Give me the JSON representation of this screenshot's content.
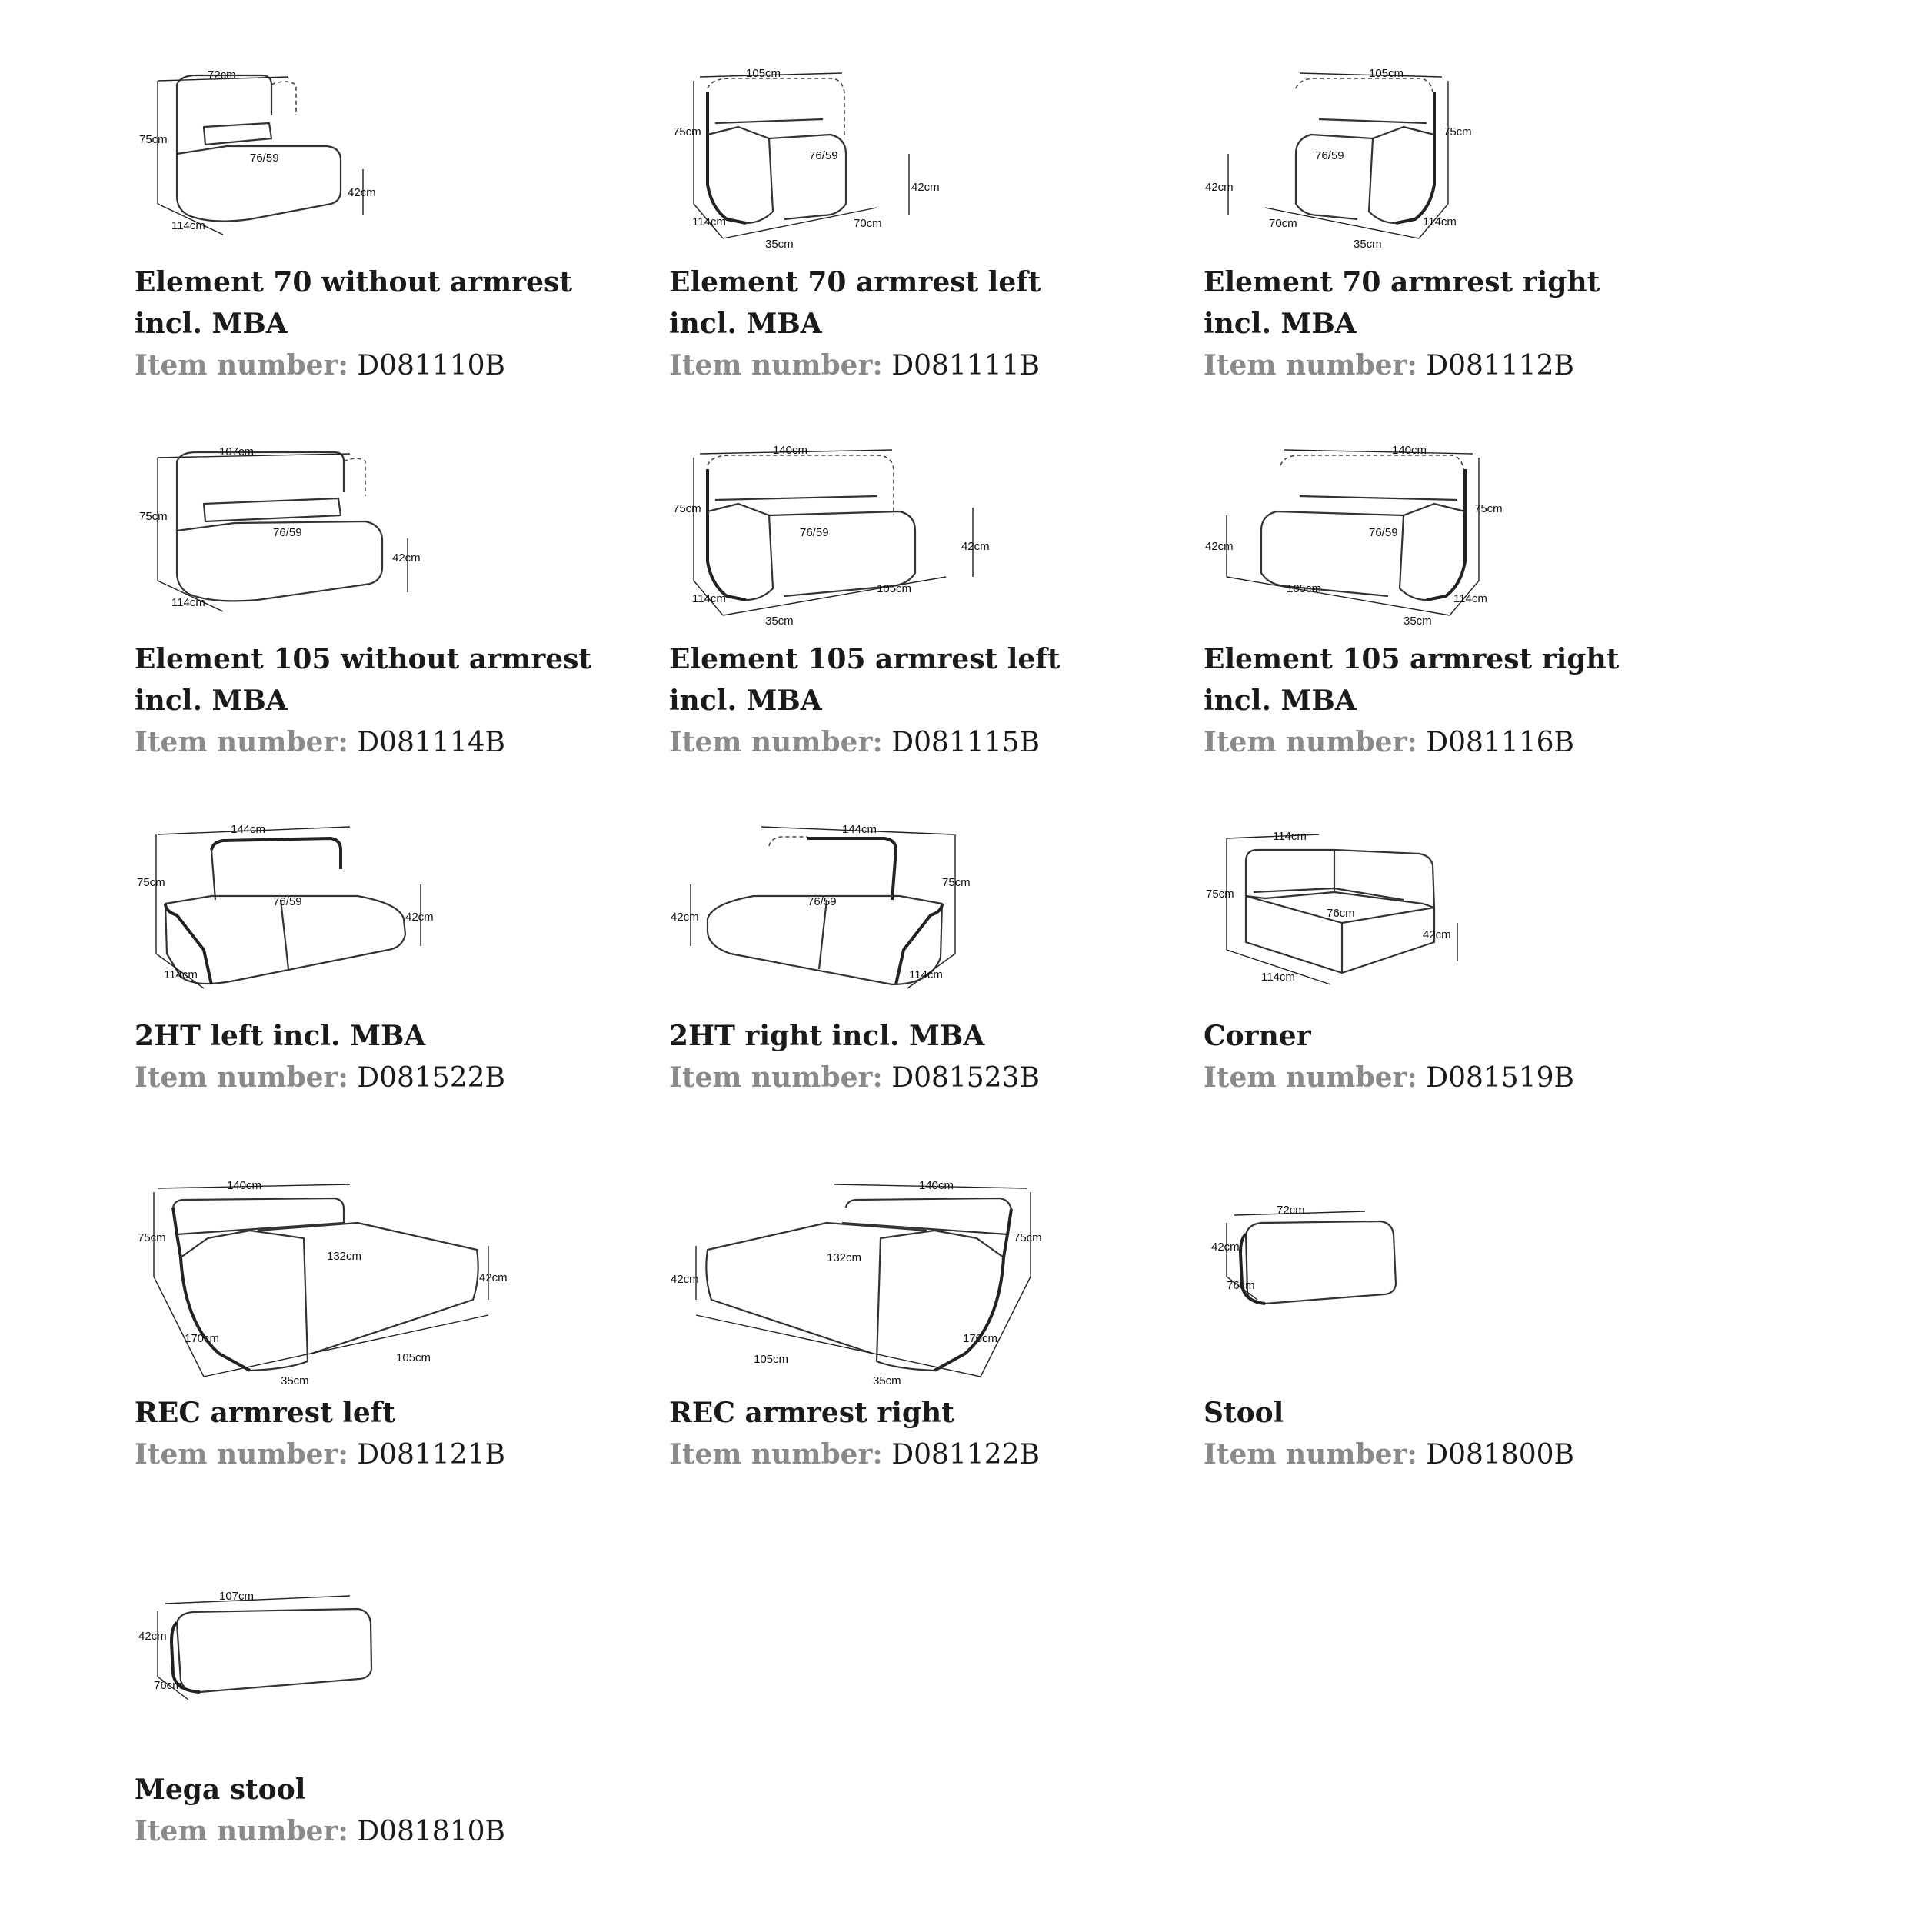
{
  "item_label": "Item number:",
  "products": [
    {
      "title_line1": "Element 70 without armrest",
      "title_line2": "incl. MBA",
      "item_number": "D081110B",
      "dims": {
        "width": "72cm",
        "height": "75cm",
        "depth": "114cm",
        "seat_height": "42cm",
        "seat": "76/59"
      }
    },
    {
      "title_line1": "Element 70 armrest left",
      "title_line2": "incl. MBA",
      "item_number": "D081111B",
      "dims": {
        "width": "105cm",
        "height": "75cm",
        "depth": "114cm",
        "seat_height": "42cm",
        "seat": "76/59",
        "arm": "35cm",
        "seat_width": "70cm"
      }
    },
    {
      "title_line1": "Element 70 armrest right",
      "title_line2": "incl. MBA",
      "item_number": "D081112B",
      "dims": {
        "width": "105cm",
        "height": "75cm",
        "depth": "114cm",
        "seat_height": "42cm",
        "seat": "76/59",
        "arm": "35cm",
        "seat_width": "70cm"
      }
    },
    {
      "title_line1": "Element 105 without armrest",
      "title_line2": "incl. MBA",
      "item_number": "D081114B",
      "dims": {
        "width": "107cm",
        "height": "75cm",
        "depth": "114cm",
        "seat_height": "42cm",
        "seat": "76/59"
      }
    },
    {
      "title_line1": "Element 105 armrest left",
      "title_line2": "incl. MBA",
      "item_number": "D081115B",
      "dims": {
        "width": "140cm",
        "height": "75cm",
        "depth": "114cm",
        "seat_height": "42cm",
        "seat": "76/59",
        "arm": "35cm",
        "seat_width": "105cm"
      }
    },
    {
      "title_line1": "Element 105 armrest right",
      "title_line2": "incl. MBA",
      "item_number": "D081116B",
      "dims": {
        "width": "140cm",
        "height": "75cm",
        "depth": "114cm",
        "seat_height": "42cm",
        "seat": "76/59",
        "arm": "35cm",
        "seat_width": "105cm"
      }
    },
    {
      "title_line1": "2HT left incl. MBA",
      "title_line2": "",
      "item_number": "D081522B",
      "dims": {
        "width": "144cm",
        "height": "75cm",
        "depth": "114cm",
        "seat_height": "42cm",
        "seat": "76/59"
      }
    },
    {
      "title_line1": "2HT right incl. MBA",
      "title_line2": "",
      "item_number": "D081523B",
      "dims": {
        "width": "144cm",
        "height": "75cm",
        "depth": "114cm",
        "seat_height": "42cm",
        "seat": "76/59"
      }
    },
    {
      "title_line1": "Corner",
      "title_line2": "",
      "item_number": "D081519B",
      "dims": {
        "width": "114cm",
        "height": "75cm",
        "depth": "114cm",
        "seat_height": "42cm",
        "seat": "76cm"
      }
    },
    {
      "title_line1": "REC armrest left",
      "title_line2": "",
      "item_number": "D081121B",
      "dims": {
        "width": "140cm",
        "height": "75cm",
        "depth": "170cm",
        "seat_height": "42cm",
        "seat": "132cm",
        "arm": "35cm",
        "seat_width": "105cm"
      }
    },
    {
      "title_line1": "REC armrest right",
      "title_line2": "",
      "item_number": "D081122B",
      "dims": {
        "width": "140cm",
        "height": "75cm",
        "depth": "170cm",
        "seat_height": "42cm",
        "seat": "132cm",
        "arm": "35cm",
        "seat_width": "105cm"
      }
    },
    {
      "title_line1": "Stool",
      "title_line2": "",
      "item_number": "D081800B",
      "dims": {
        "width": "72cm",
        "height": "42cm",
        "depth": "76cm"
      }
    },
    {
      "title_line1": "Mega stool",
      "title_line2": "",
      "item_number": "D081810B",
      "dims": {
        "width": "107cm",
        "height": "42cm",
        "depth": "76cm"
      }
    }
  ]
}
